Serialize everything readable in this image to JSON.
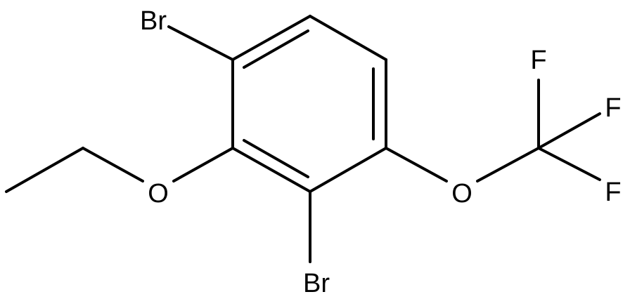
{
  "molecule": {
    "atoms": {
      "br_top": "Br",
      "br_bottom": "Br",
      "o_ethoxy": "O",
      "o_ocf3": "O",
      "f_top": "F",
      "f_mid": "F",
      "f_bottom": "F"
    }
  }
}
